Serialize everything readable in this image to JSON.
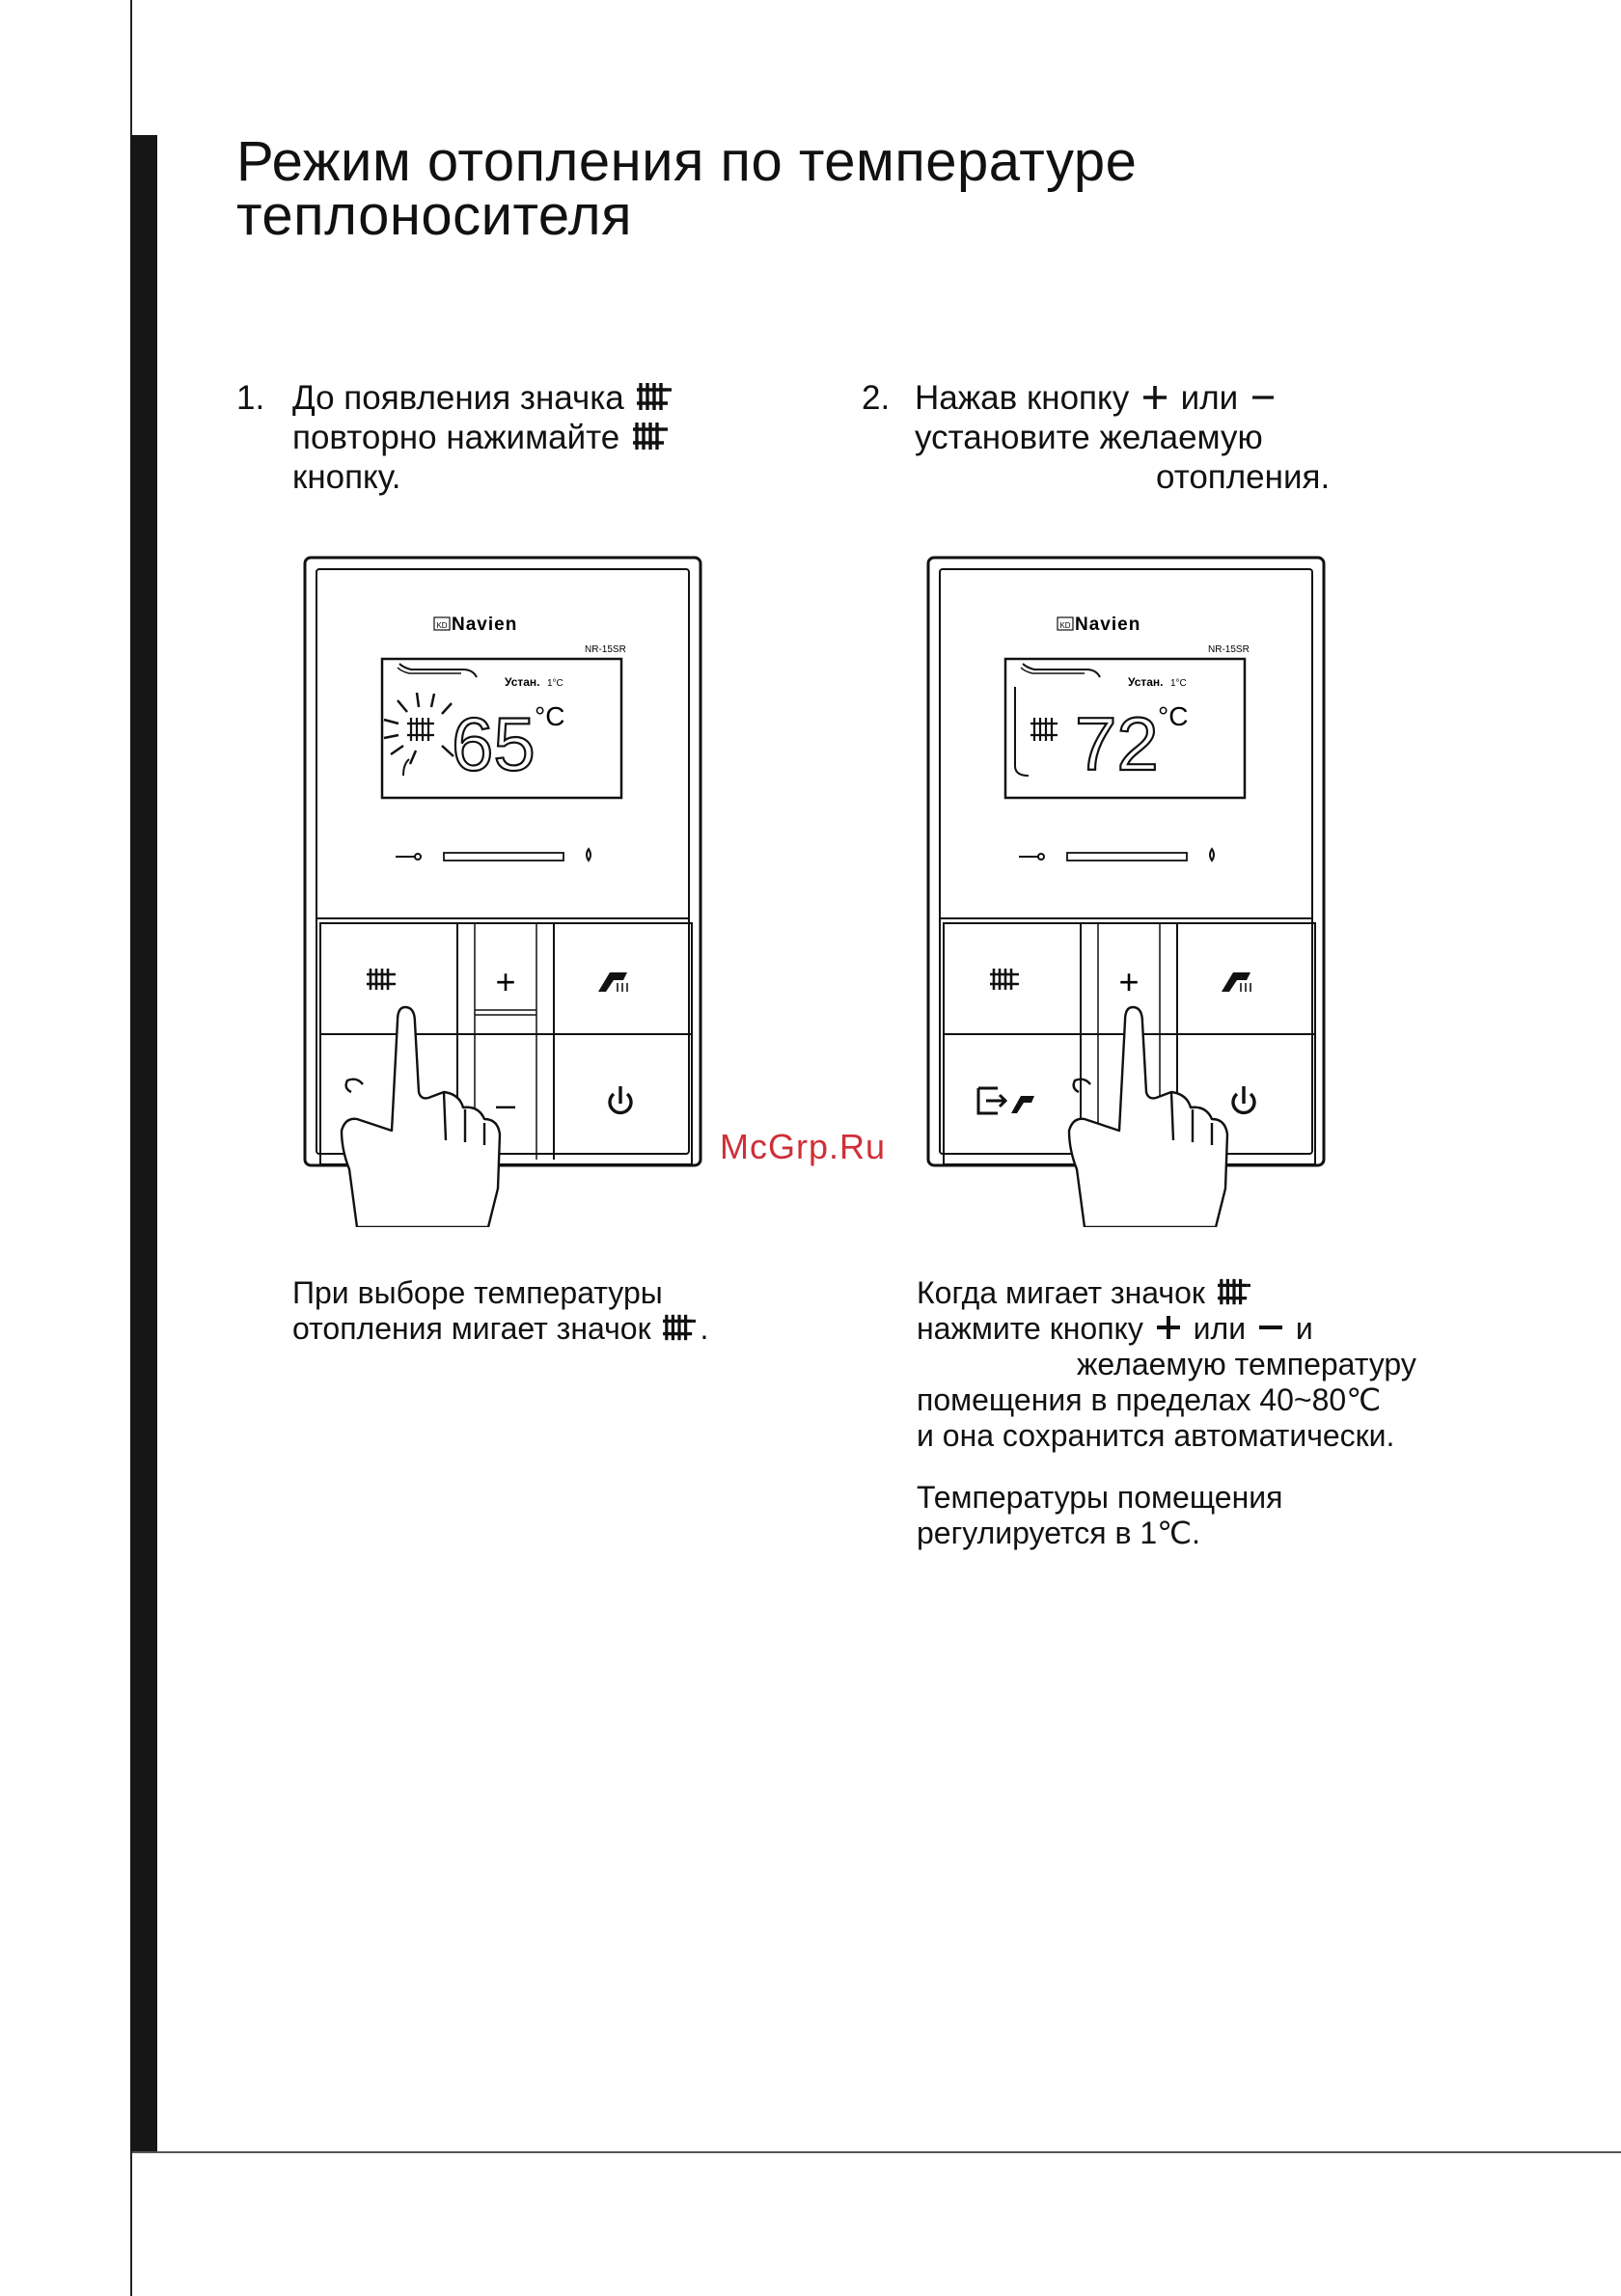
{
  "page": {
    "title_line1": "Режим отопления по температуре",
    "title_line2": "теплоносителя"
  },
  "step1": {
    "number": "1.",
    "line1": "До появления значка",
    "line2": "повторно нажимайте",
    "line3": "кнопку."
  },
  "step2": {
    "number": "2.",
    "line1_a": "Нажав кнопку",
    "line1_b": "или",
    "line2": "установите желаемую",
    "line3": "отопления."
  },
  "device1": {
    "brand": "Navien",
    "brand_prefix": "KD",
    "model": "NR-15SR",
    "set_label": "Устан.",
    "set_step": "1°C",
    "temperature": "65",
    "unit": "°C",
    "plus": "+",
    "minus": "–"
  },
  "device2": {
    "brand": "Navien",
    "brand_prefix": "KD",
    "model": "NR-15SR",
    "set_label": "Устан.",
    "set_step": "1°C",
    "temperature": "72",
    "unit": "°C",
    "plus": "+"
  },
  "watermark": "McGrp.Ru",
  "note1": {
    "line1": "При выборе температуры",
    "line2": "отопления мигает значок",
    "line2_end": "."
  },
  "note2": {
    "line1": "Когда мигает значок",
    "line2_a": "нажмите кнопку",
    "line2_b": "или",
    "line2_c": "и",
    "line3": "желаемую температуру",
    "line4": "помещения в пределах 40~80℃",
    "line5": "и она сохранится автоматически.",
    "line6": "Температуры помещения",
    "line7": "регулируется в 1℃."
  },
  "icons": {
    "radiator": "radiator-icon",
    "shower": "hot-water-icon",
    "power": "power-icon",
    "wrench": "wrench-icon",
    "flame": "flame-icon",
    "away": "away-mode-icon",
    "hand": "pointing-hand-icon"
  }
}
